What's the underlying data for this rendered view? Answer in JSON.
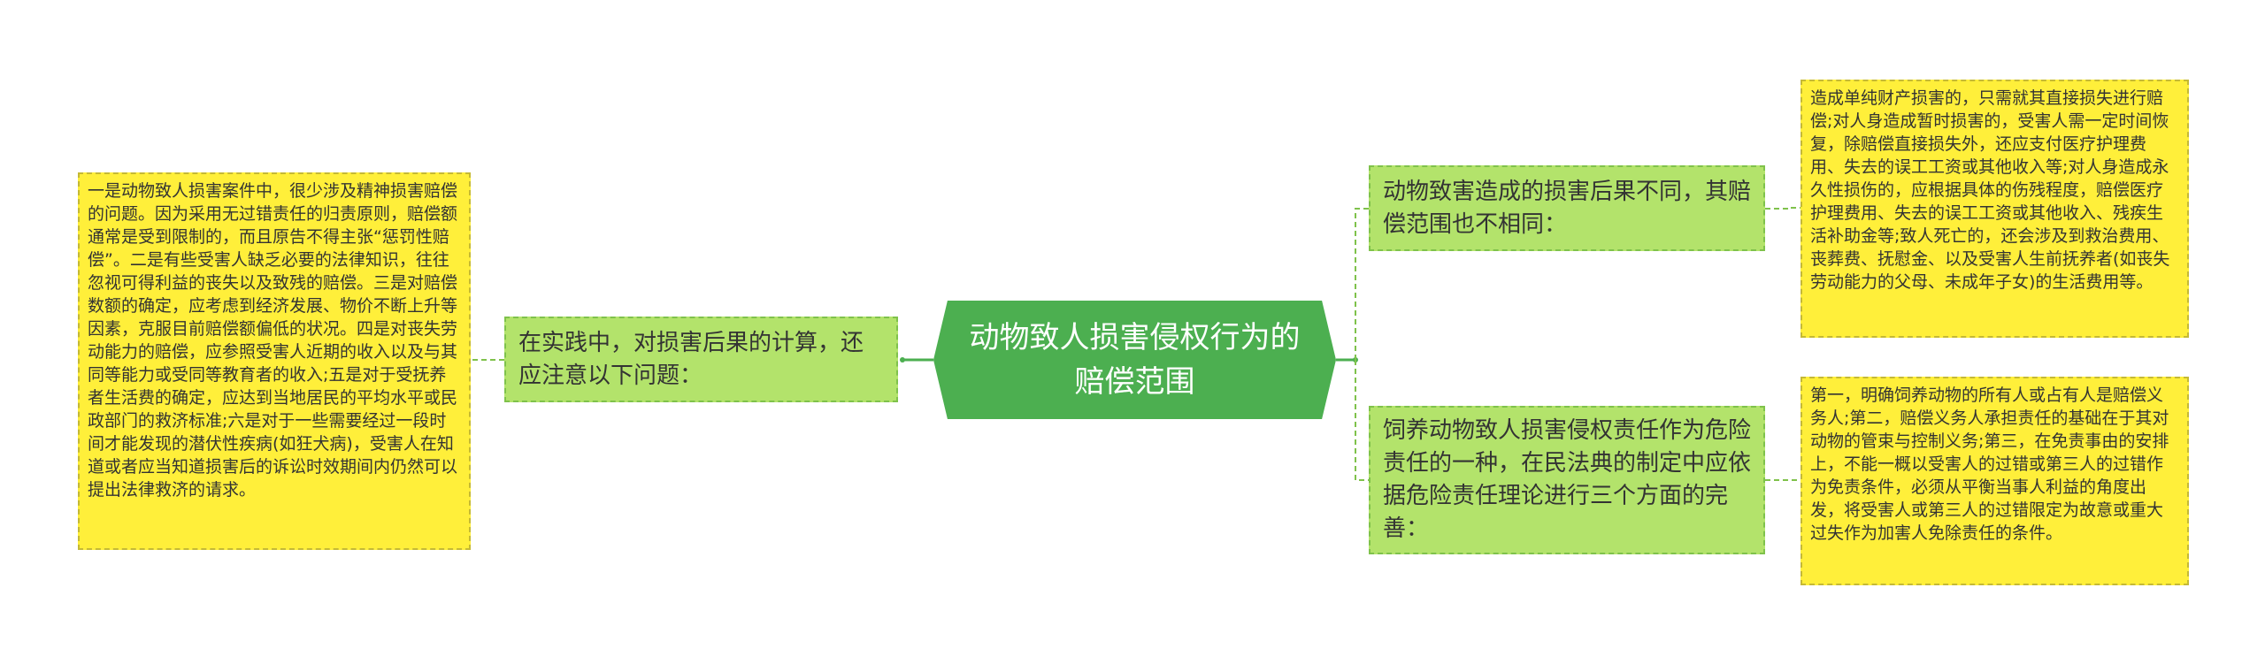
{
  "center": {
    "title": "动物致人损害侵权行为的赔偿范围"
  },
  "left": {
    "branch": "在实践中，对损害后果的计算，还应注意以下问题：",
    "leaf": "一是动物致人损害案件中，很少涉及精神损害赔偿的问题。因为采用无过错责任的归责原则，赔偿额通常是受到限制的，而且原告不得主张“惩罚性赔偿”。二是有些受害人缺乏必要的法律知识，往往忽视可得利益的丧失以及致残的赔偿。三是对赔偿数额的确定，应考虑到经济发展、物价不断上升等因素，克服目前赔偿额偏低的状况。四是对丧失劳动能力的赔偿，应参照受害人近期的收入以及与其同等能力或受同等教育者的收入;五是对于受抚养者生活费的确定，应达到当地居民的平均水平或民政部门的救济标准;六是对于一些需要经过一段时间才能发现的潜伏性疾病(如狂犬病)，受害人在知道或者应当知道损害后的诉讼时效期间内仍然可以提出法律救济的请求。"
  },
  "right": [
    {
      "branch": "动物致害造成的损害后果不同，其赔偿范围也不相同：",
      "leaf": "造成单纯财产损害的，只需就其直接损失进行赔偿;对人身造成暂时损害的，受害人需一定时间恢复，除赔偿直接损失外，还应支付医疗护理费用、失去的误工工资或其他收入等;对人身造成永久性损伤的，应根据具体的伤残程度，赔偿医疗护理费用、失去的误工工资或其他收入、残疾生活补助金等;致人死亡的，还会涉及到救治费用、丧葬费、抚慰金、以及受害人生前抚养者(如丧失劳动能力的父母、未成年子女)的生活费用等。"
    },
    {
      "branch": "饲养动物致人损害侵权责任作为危险责任的一种，在民法典的制定中应依据危险责任理论进行三个方面的完善：",
      "leaf": "第一，明确饲养动物的所有人或占有人是赔偿义务人;第二，赔偿义务人承担责任的基础在于其对动物的管束与控制义务;第三，在免责事由的安排上，不能一概以受害人的过错或第三人的过错作为免责条件，必须从平衡当事人利益的角度出发，将受害人或第三人的过错限定为故意或重大过失作为加害人免除责任的条件。"
    }
  ],
  "colors": {
    "center": "#4caf50",
    "branch": "#b3e36b",
    "leaf": "#ffef3a",
    "line_main": "#4caf50",
    "line_dash": "#7fc24b"
  }
}
